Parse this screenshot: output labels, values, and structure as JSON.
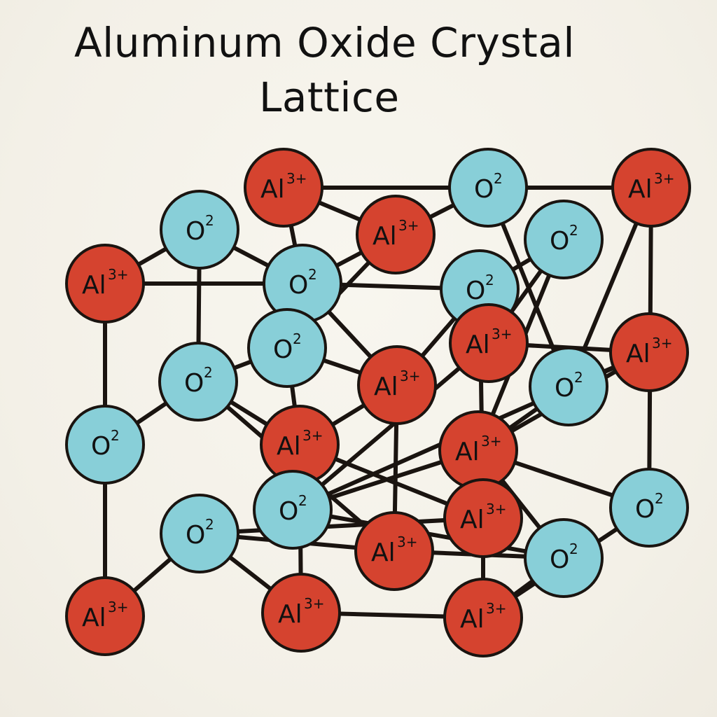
{
  "title": {
    "line1": "Aluminum Oxide Crystal",
    "line2": "Lattice"
  },
  "labels": {
    "al_symbol": "Al",
    "al_charge": "3+",
    "o_symbol": "O",
    "o_charge": "2"
  },
  "colors": {
    "aluminum_ion": "#d5432f",
    "oxide_ion": "#88cfd8",
    "bond": "#1a1410",
    "background": "#f5f2ea"
  },
  "atoms": [
    {
      "id": "a01",
      "species": "al"
    },
    {
      "id": "a02",
      "species": "o"
    },
    {
      "id": "a03",
      "species": "al"
    },
    {
      "id": "a04",
      "species": "o"
    },
    {
      "id": "a05",
      "species": "al"
    },
    {
      "id": "a06",
      "species": "o"
    },
    {
      "id": "a07",
      "species": "al"
    },
    {
      "id": "a08",
      "species": "o"
    },
    {
      "id": "a09",
      "species": "al"
    },
    {
      "id": "a10",
      "species": "o"
    },
    {
      "id": "a11",
      "species": "al"
    },
    {
      "id": "a12",
      "species": "o"
    },
    {
      "id": "a13",
      "species": "o"
    },
    {
      "id": "a14",
      "species": "al"
    },
    {
      "id": "a15",
      "species": "o"
    },
    {
      "id": "a16",
      "species": "al"
    },
    {
      "id": "a17",
      "species": "o"
    },
    {
      "id": "a18",
      "species": "al"
    },
    {
      "id": "a19",
      "species": "o"
    },
    {
      "id": "a20",
      "species": "al"
    },
    {
      "id": "a21",
      "species": "o"
    },
    {
      "id": "a22",
      "species": "al"
    },
    {
      "id": "a23",
      "species": "o"
    },
    {
      "id": "a24",
      "species": "al"
    },
    {
      "id": "a25",
      "species": "al"
    },
    {
      "id": "a26",
      "species": "o"
    },
    {
      "id": "a27",
      "species": "al"
    }
  ],
  "bonds": [
    [
      "a01",
      "a02"
    ],
    [
      "a02",
      "a04"
    ],
    [
      "a04",
      "a05"
    ],
    [
      "a05",
      "a06"
    ],
    [
      "a06",
      "a07"
    ],
    [
      "a03",
      "a05"
    ],
    [
      "a03",
      "a04"
    ],
    [
      "a01",
      "a04"
    ],
    [
      "a04",
      "a08"
    ],
    [
      "a08",
      "a10"
    ],
    [
      "a10",
      "a09"
    ],
    [
      "a09",
      "a11"
    ],
    [
      "a11",
      "a12"
    ],
    [
      "a12",
      "a07"
    ],
    [
      "a03",
      "a06"
    ],
    [
      "a06",
      "a12"
    ],
    [
      "a01",
      "a19"
    ],
    [
      "a02",
      "a15"
    ],
    [
      "a04",
      "a16"
    ],
    [
      "a05",
      "a13"
    ],
    [
      "a13",
      "a20"
    ],
    [
      "a11",
      "a21"
    ],
    [
      "a08",
      "a18"
    ],
    [
      "a07",
      "a17"
    ],
    [
      "a12",
      "a14"
    ],
    [
      "a19",
      "a15"
    ],
    [
      "a15",
      "a20"
    ],
    [
      "a20",
      "a21"
    ],
    [
      "a21",
      "a14"
    ],
    [
      "a14",
      "a17"
    ],
    [
      "a13",
      "a15"
    ],
    [
      "a13",
      "a16"
    ],
    [
      "a16",
      "a20"
    ],
    [
      "a08",
      "a16"
    ],
    [
      "a09",
      "a21"
    ],
    [
      "a10",
      "a14"
    ],
    [
      "a11",
      "a14"
    ],
    [
      "a19",
      "a25"
    ],
    [
      "a25",
      "a23"
    ],
    [
      "a23",
      "a24"
    ],
    [
      "a24",
      "a27"
    ],
    [
      "a16",
      "a22"
    ],
    [
      "a22",
      "a26"
    ],
    [
      "a26",
      "a27"
    ],
    [
      "a15",
      "a22"
    ],
    [
      "a22",
      "a23"
    ],
    [
      "a20",
      "a24"
    ],
    [
      "a21",
      "a26"
    ],
    [
      "a14",
      "a26"
    ],
    [
      "a17",
      "a27"
    ],
    [
      "a18",
      "a27"
    ],
    [
      "a23",
      "a18"
    ],
    [
      "a20",
      "a18"
    ]
  ]
}
